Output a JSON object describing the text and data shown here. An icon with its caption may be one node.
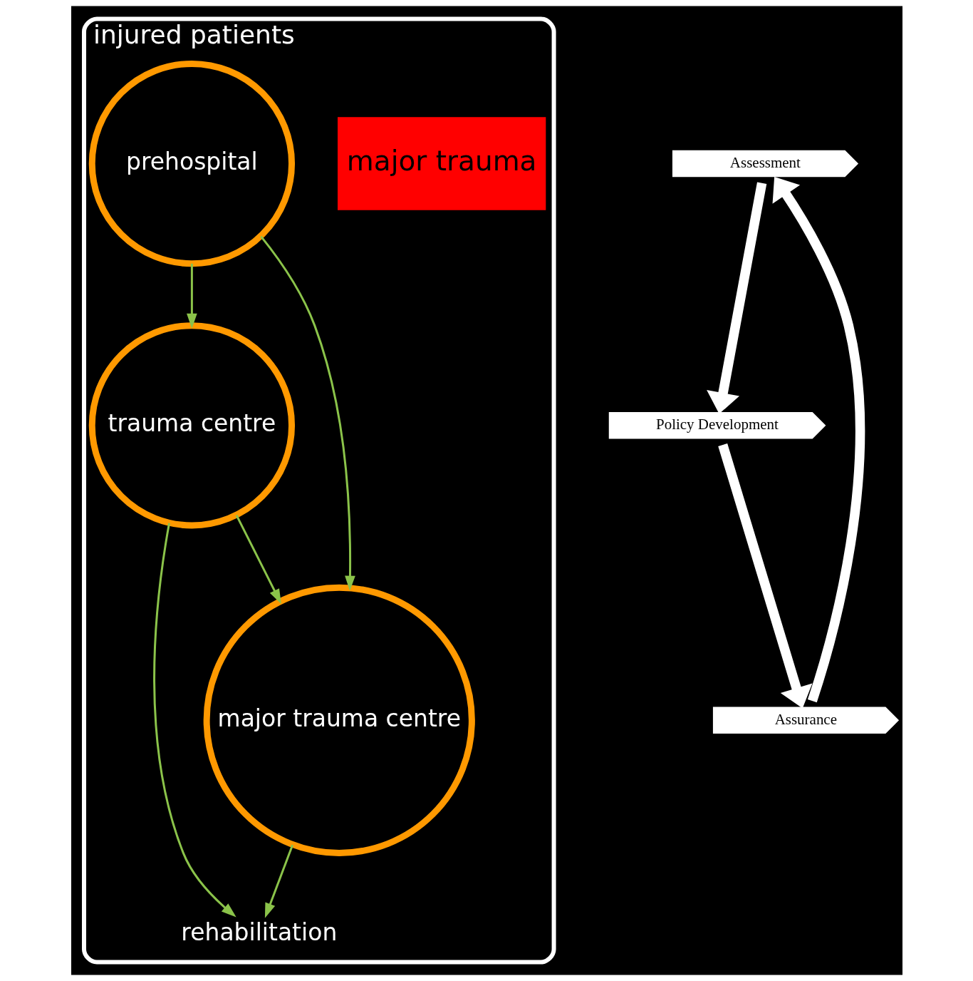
{
  "diagram": {
    "nodes": [
      {
        "text": [
          "injured patients"
        ]
      },
      {
        "text": [
          "major trauma"
        ],
        "in": 0
      },
      {
        "text": [
          "prehospital"
        ],
        "in": 0
      },
      {
        "text": [
          "trauma centre"
        ],
        "in": 0
      },
      {
        "text": [
          "major trauma centre"
        ],
        "in": 0
      },
      {
        "text": [
          "rehabilitation"
        ],
        "in": 0
      },
      {
        "text": [
          "Assessment"
        ]
      },
      {
        "text": [
          "Policy Development"
        ]
      },
      {
        "text": [
          "Assurance"
        ]
      }
    ],
    "edges": [
      {
        "from": 2,
        "to": 3,
        "arrow": "to"
      },
      {
        "from": 2,
        "to": 4,
        "arrow": "to"
      },
      {
        "from": 3,
        "to": 4,
        "arrow": "to"
      },
      {
        "from": 3,
        "to": 5,
        "arrow": "to"
      },
      {
        "from": 4,
        "to": 5,
        "arrow": "to"
      },
      {
        "from": 8,
        "to": 6,
        "arrow": "to",
        "style": "thick",
        "color": "#ffffff"
      },
      {
        "from": 6,
        "to": 7,
        "arrow": "to",
        "style": "thick",
        "color": "#ffffff"
      },
      {
        "from": 7,
        "to": 8,
        "arrow": "to",
        "style": "thick",
        "color": "#ffffff"
      }
    ]
  }
}
